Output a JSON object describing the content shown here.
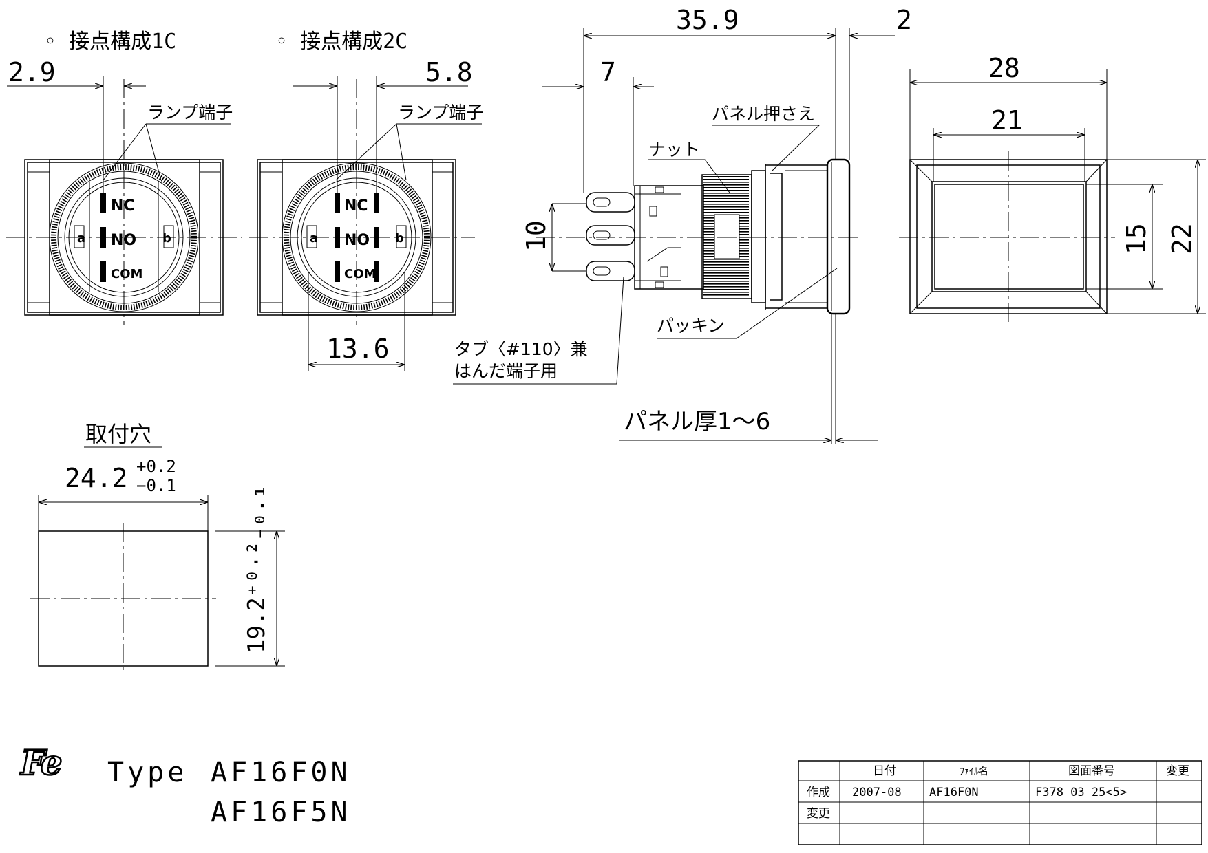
{
  "contacts": {
    "c1_title": "◦ 接点構成1C",
    "c2_title": "◦ 接点構成2C",
    "lamp_terminal": "ランプ端子",
    "nc": "NC",
    "no": "NO",
    "com": "COM",
    "a": "a",
    "b": "b"
  },
  "dims": {
    "d2_9": "2.9",
    "d5_8": "5.8",
    "d13_6": "13.6",
    "d35_9": "35.9",
    "d2": "2",
    "d7": "7",
    "d10": "10",
    "d28": "28",
    "d21": "21",
    "d15": "15",
    "d22": "22"
  },
  "labels": {
    "nut": "ナット",
    "panel_holder": "パネル押さえ",
    "packing": "パッキン",
    "tab_line1": "タブ〈#110〉兼",
    "tab_line2": "はんだ端子用",
    "panel_thickness": "パネル厚1～6"
  },
  "mounting_hole": {
    "title": "取付穴",
    "width_main": "24.2",
    "width_plus": "+0.2",
    "width_minus": "−0.1",
    "height_text": "19.2⁺⁰·²₋₀.₁"
  },
  "footer": {
    "logo": "Fe",
    "type_label": "Type",
    "model1": "AF16F0N",
    "model2": "AF16F5N"
  },
  "title_block": {
    "headers": [
      "",
      "日付",
      "ﾌｧｲﾙ名",
      "図面番号",
      "変更"
    ],
    "rows": [
      [
        "作成",
        "2007-08",
        "AF16F0N",
        "F378 03 25<5>",
        ""
      ],
      [
        "変更",
        "",
        "",
        "",
        ""
      ],
      [
        "",
        "",
        "",
        "",
        ""
      ]
    ]
  }
}
